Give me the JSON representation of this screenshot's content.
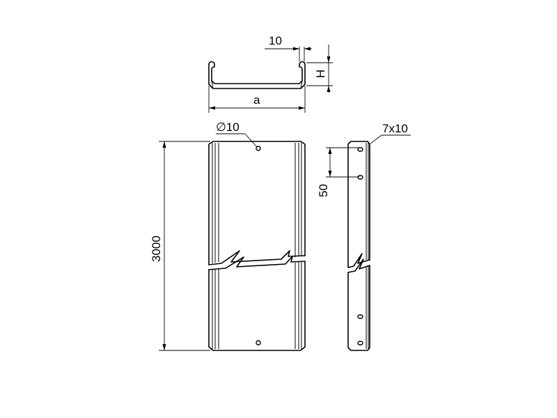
{
  "dimensions": {
    "flange_width": "10",
    "height": "H",
    "width": "a",
    "hole_diameter": "∅10",
    "length": "3000",
    "slot_pitch": "50",
    "slot_size": "7x10"
  },
  "colors": {
    "line": "#000000",
    "background": "#ffffff"
  }
}
